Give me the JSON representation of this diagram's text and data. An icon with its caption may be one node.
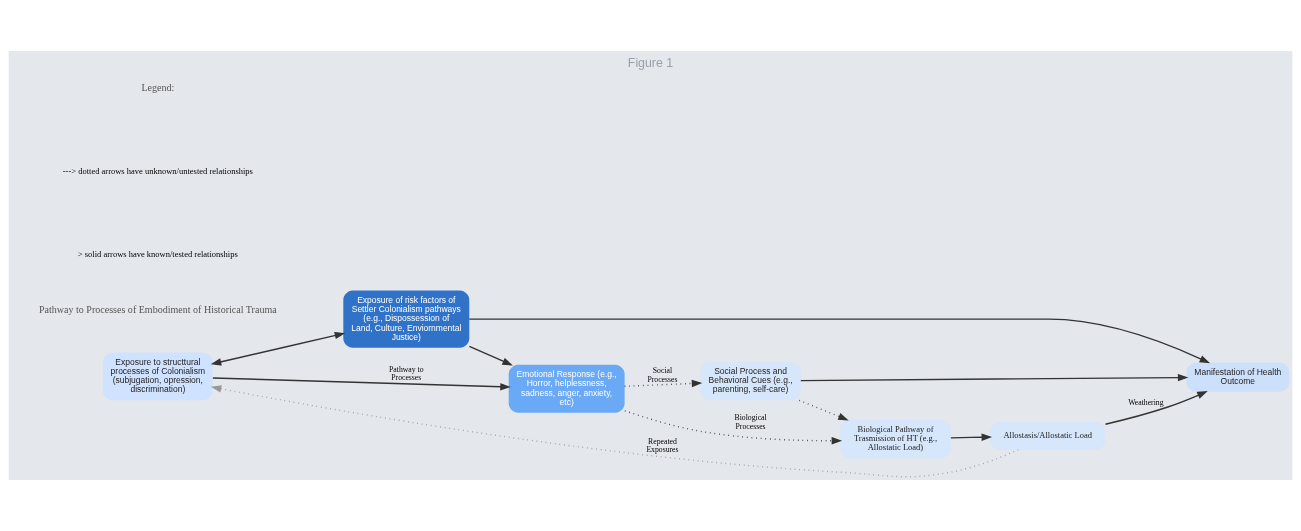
{
  "diagram": {
    "title": "Figure 1",
    "nodes": [
      {
        "text": [
          "Exposure to structtural processes of Colonialism (subjugation, opression, discrimination)"
        ]
      },
      {
        "text": [
          "Exposure of risk factors of Settler Colonialism pathways (e.g., Dispossession of Land, Culture, Enviornmental Justice)"
        ]
      },
      {
        "text": [
          "Emotional Response (e.g., Horror, helplessness, sadness, anger, anxiety, etc)"
        ]
      },
      {
        "text": [
          "Biological Pathway of Trasmission of HT (e.g., Allostatic Load)"
        ]
      },
      {
        "text": [
          "Social Process and Behavioral Cues (e.g., parenting, self-care)"
        ]
      },
      {
        "text": [
          "Allostasis/Allostatic Load"
        ]
      },
      {
        "text": [
          "Manifestation of Health Outcome"
        ]
      }
    ],
    "edges": [
      {
        "from": 0,
        "to": 2,
        "arrow": "to",
        "label": "Pathway to Processes"
      },
      {
        "from": 0,
        "to": 1,
        "arrow": "both"
      },
      {
        "from": 1,
        "to": 2,
        "arrow": "to"
      },
      {
        "from": 2,
        "to": 3,
        "arrow": "to",
        "style": "dashed",
        "label": "Biological Processes"
      },
      {
        "from": 2,
        "to": 4,
        "arrow": "to",
        "style": "dashed",
        "label": "Social Processes"
      },
      {
        "from": 4,
        "to": 3,
        "arrow": "to",
        "style": "dashed"
      },
      {
        "from": 3,
        "to": 5,
        "arrow": "to"
      },
      {
        "from": 5,
        "to": 6,
        "arrow": "to",
        "label": "Weathering"
      },
      {
        "from": 4,
        "to": 6,
        "arrow": "to"
      },
      {
        "from": 1,
        "to": 6,
        "arrow": "to"
      },
      {
        "from": 5,
        "to": 0,
        "arrow": "to",
        "style": "dashed",
        "color": "#999999",
        "label": "Repeated Exposures"
      }
    ],
    "labels": [
      "Pathway to Processes of Embodiment of Historical Trauma",
      "Legend:"
    ],
    "legend": [
      {
        "text": "---> dotted arrows have unknown/untested relationships"
      },
      {
        "text": "> solid arrows have known/tested relationships"
      }
    ]
  }
}
